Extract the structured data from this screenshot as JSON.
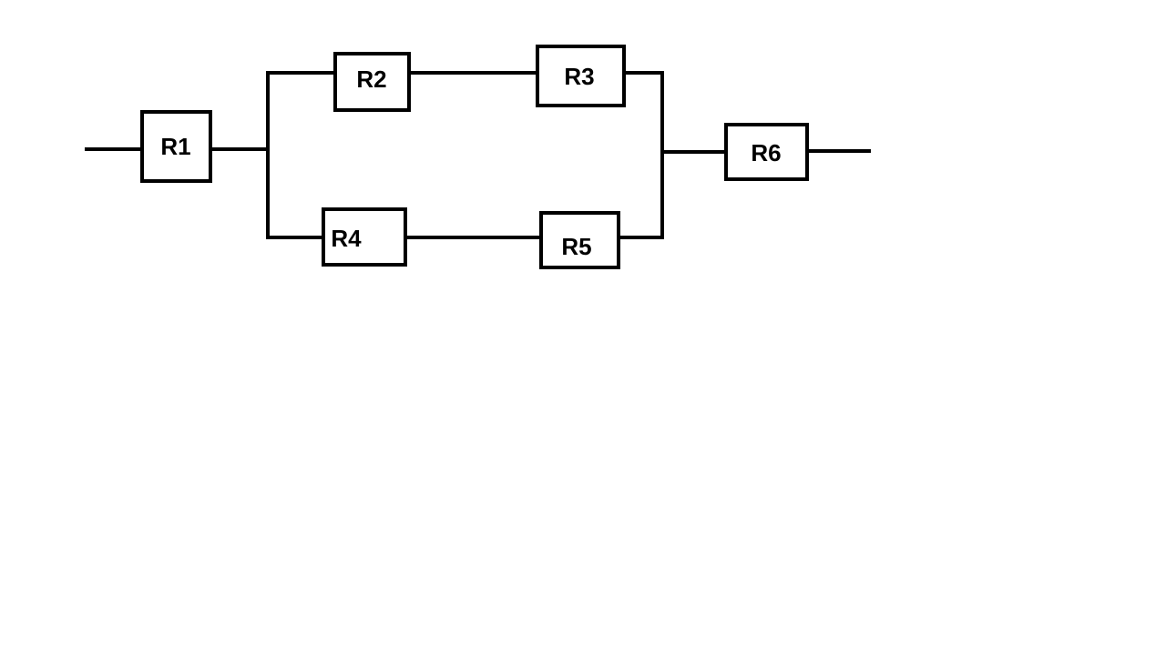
{
  "diagram": {
    "type": "resistor-network",
    "colors": {
      "stroke": "#000000",
      "background": "#ffffff"
    },
    "resistors": [
      {
        "id": "R1",
        "label": "R1"
      },
      {
        "id": "R2",
        "label": "R2"
      },
      {
        "id": "R3",
        "label": "R3"
      },
      {
        "id": "R4",
        "label": "R4"
      },
      {
        "id": "R5",
        "label": "R5"
      },
      {
        "id": "R6",
        "label": "R6"
      }
    ],
    "topology": "R1 in series with (R2+R3 parallel to R4+R5) in series with R6"
  }
}
